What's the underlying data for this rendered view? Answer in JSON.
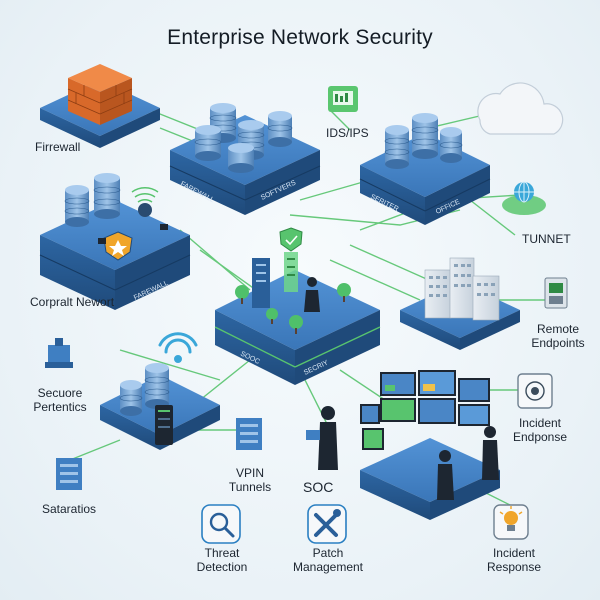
{
  "title": "Enterprise Network Security",
  "labels": {
    "firewall": "Firrewall",
    "ids": "IDS/IPS",
    "tunnet": "TUNNET",
    "corp": "Corpralt Newort",
    "remote": "Remote\nEndpoints",
    "secure": "Secuore\nPertentics",
    "vpn": "VPIN\nTunnels",
    "soc": "SOC",
    "satar": "Sataratios",
    "incident_endpoint": "Incident\nEndponse",
    "threat": "Threat\nDetection",
    "patch": "Patch\nManagement",
    "incident_response": "Incident\nResponse"
  },
  "platform_text": {
    "farewall": "FAREWALL",
    "softvers": "SOFTVERS",
    "seriter": "SERITER",
    "office": "OFFICE",
    "farewall2": "FAREWALL",
    "sooc": "SOOC",
    "secriy": "SECRIY"
  },
  "colors": {
    "platform_top": "#3f7fc2",
    "platform_side": "#2a5f99",
    "platform_dark": "#1f4a7a",
    "accent_green": "#4fc06a",
    "firewall_brick": "#e07b3a",
    "text": "#1c2530"
  },
  "icons": [
    "firewall-brick-icon",
    "ids-ips-icon",
    "cloud-icon",
    "tunnel-globe-icon",
    "remote-device-icon",
    "shield-icon",
    "wifi-icon",
    "person-icon",
    "magnifier-icon",
    "wrench-icon",
    "bulb-icon",
    "incident-endpoint-icon",
    "tree-icon",
    "office-building-icon"
  ]
}
